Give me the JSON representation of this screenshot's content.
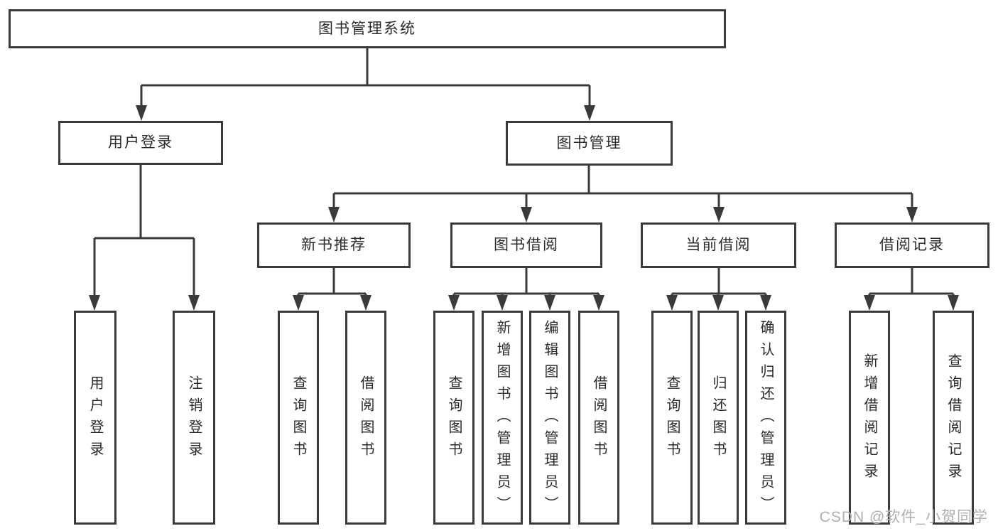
{
  "root": {
    "label": "图书管理系统"
  },
  "branches": [
    {
      "label": "用户登录",
      "children": [
        {
          "label": "用户登录"
        },
        {
          "label": "注销登录"
        }
      ]
    },
    {
      "label": "图书管理",
      "sections": [
        {
          "label": "新书推荐",
          "children": [
            {
              "label": "查询图书"
            },
            {
              "label": "借阅图书"
            }
          ]
        },
        {
          "label": "图书借阅",
          "children": [
            {
              "label": "查询图书"
            },
            {
              "label": "新增图书（管理员）"
            },
            {
              "label": "编辑图书（管理员）"
            },
            {
              "label": "借阅图书"
            }
          ]
        },
        {
          "label": "当前借阅",
          "children": [
            {
              "label": "查询图书"
            },
            {
              "label": "归还图书"
            },
            {
              "label": "确认归还（管理员）"
            }
          ]
        },
        {
          "label": "借阅记录",
          "children": [
            {
              "label": "新增借阅记录"
            },
            {
              "label": "查询借阅记录"
            }
          ]
        }
      ]
    }
  ],
  "watermark": {
    "text": "CSDN @软件_小贺同学"
  },
  "colors": {
    "line": "#3a3a3a",
    "box_border": "#3a3a3a",
    "text": "#2b2b2b",
    "watermark_text": "#b0aeae",
    "background": "#ffffff"
  }
}
